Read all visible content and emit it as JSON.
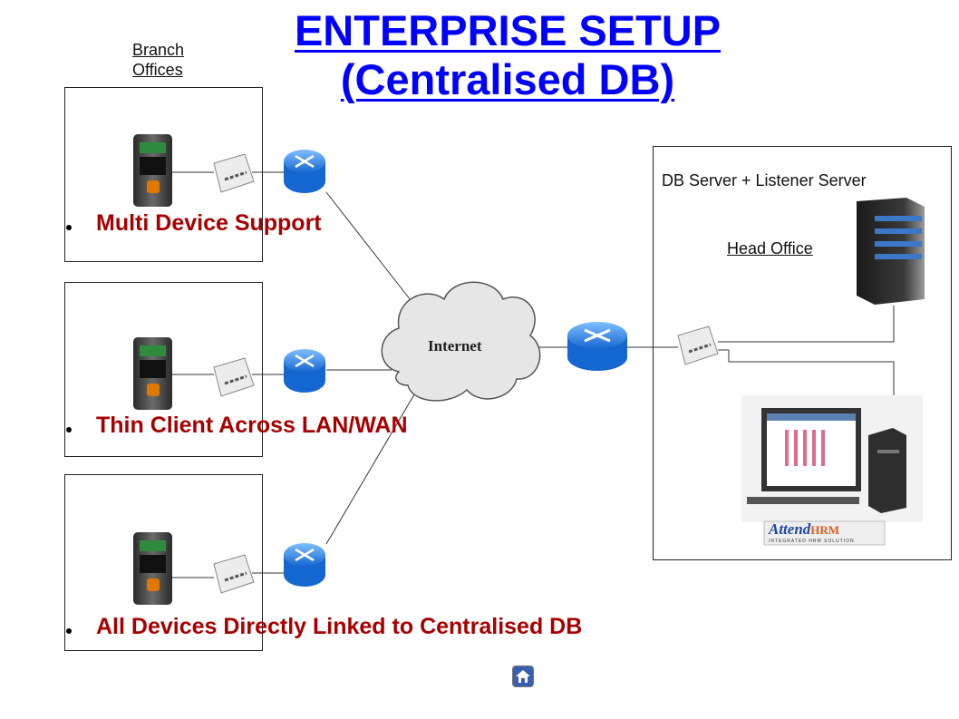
{
  "title": {
    "line1": "ENTERPRISE SETUP",
    "line2": "(Centralised DB)"
  },
  "labels": {
    "branch_line1": "Branch",
    "branch_line2": "Offices",
    "db_server": "DB Server + Listener Server",
    "head_office": "Head Office",
    "internet": "Internet",
    "logo_main": "Attend",
    "logo_accent": "HRM",
    "logo_tagline": "INTEGRATED HRM SOLUTION"
  },
  "features": [
    "Multi Device Support",
    "Thin Client Across LAN/WAN",
    "All Devices Directly Linked to Centralised DB"
  ],
  "colors": {
    "title": "#0000ff",
    "feature_text": "#a80000",
    "router": "#1e7fe8",
    "cloud": "#e8e8e8"
  },
  "icons": {
    "device": "biometric-terminal-icon",
    "switch": "network-switch-icon",
    "router": "router-icon",
    "cloud": "internet-cloud-icon",
    "server": "server-tower-icon",
    "workstation": "desktop-computer-icon",
    "home": "home-icon"
  }
}
